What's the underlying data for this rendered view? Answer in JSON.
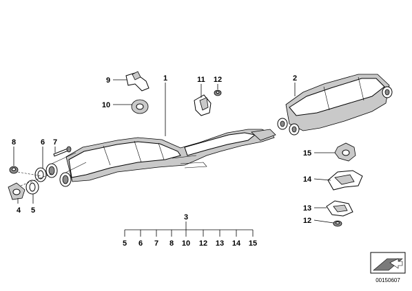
{
  "callouts": {
    "c1": "1",
    "c2": "2",
    "c3": "3",
    "c4": "4",
    "c5": "5",
    "c6": "6",
    "c7": "7",
    "c8": "8",
    "c9": "9",
    "c10": "10",
    "c11": "11",
    "c12": "12",
    "c15": "15",
    "c14": "14",
    "c13": "13",
    "c12b": "12"
  },
  "set_list": [
    "5",
    "6",
    "7",
    "8",
    "10",
    "12",
    "13",
    "14",
    "15"
  ],
  "diagram_code": "00150607"
}
